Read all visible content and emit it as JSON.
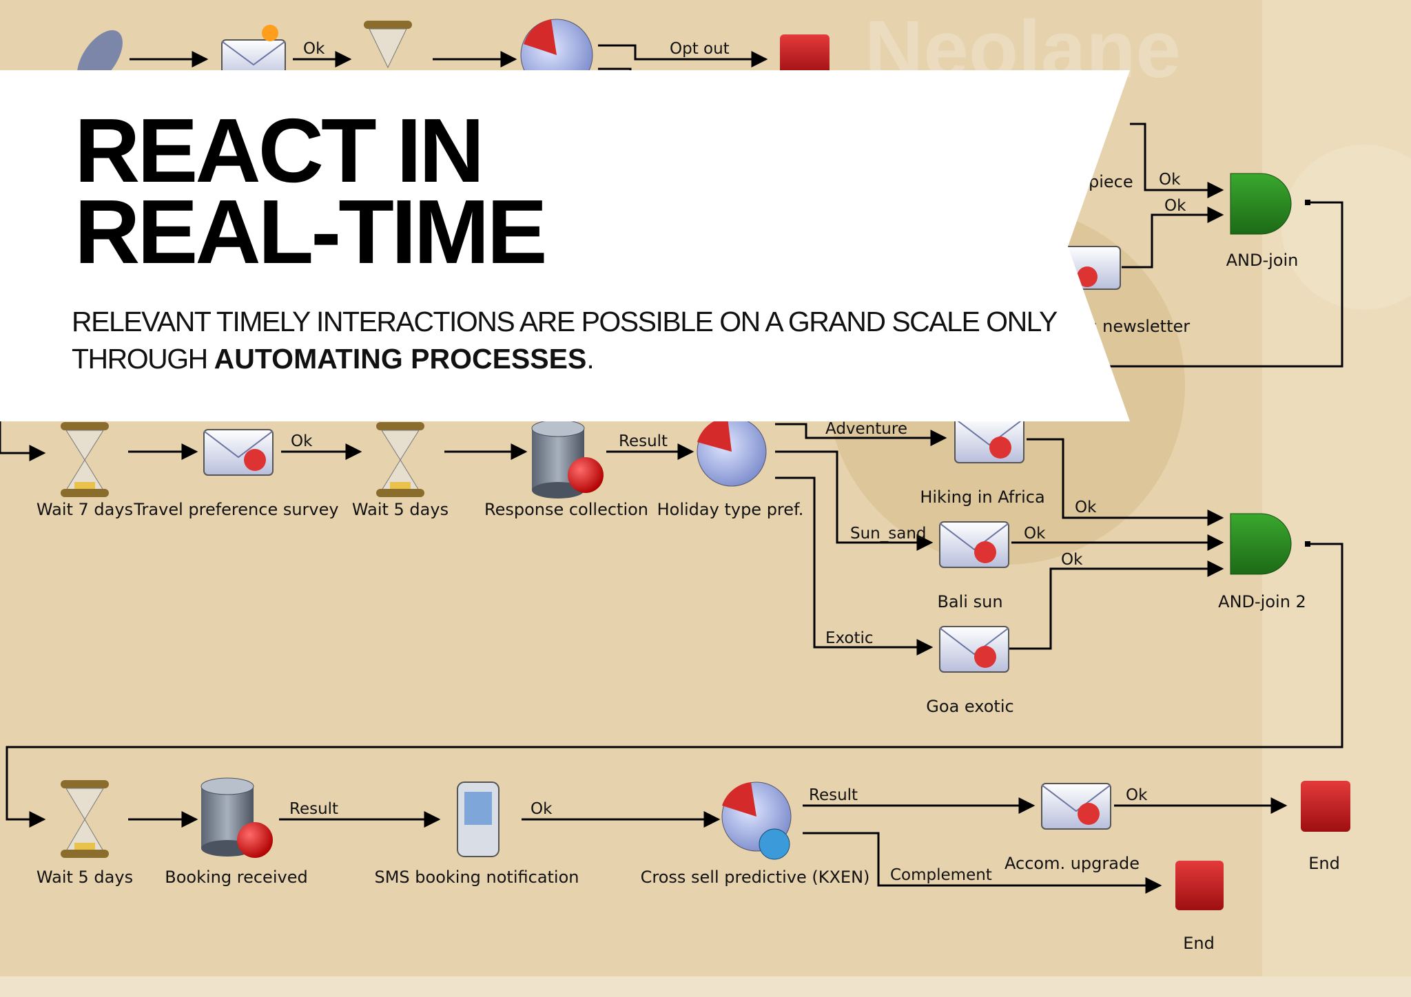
{
  "banner": {
    "headline_line1": "REACT IN",
    "headline_line2": "REAL-TIME",
    "body_prefix": "RELEVANT TIMELY INTERACTIONS ARE POSSIBLE ON A GRAND SCALE ONLY THROUGH ",
    "body_emphasis": "AUTOMATING PROCESSES",
    "body_suffix": "."
  },
  "watermark": "Neolane",
  "edge_labels": {
    "ok": "Ok",
    "opt_out": "Opt out",
    "result": "Result",
    "adventure": "Adventure",
    "sun_sand": "Sun_sand",
    "exotic": "Exotic",
    "complement": "Complement"
  },
  "node_labels": {
    "piece": "piece",
    "newsletter": "s newsletter",
    "and_join": "AND-join",
    "and_join_2": "AND-join 2",
    "wait_7_days": "Wait 7 days",
    "travel_survey": "Travel preference survey",
    "wait_5_days": "Wait 5 days",
    "response_collection": "Response collection",
    "holiday_pref": "Holiday type pref.",
    "hiking_africa": "Hiking in Africa",
    "bali_sun": "Bali sun",
    "goa_exotic": "Goa exotic",
    "booking_received": "Booking received",
    "sms_notification": "SMS booking notification",
    "cross_sell": "Cross sell predictive (KXEN)",
    "accom_upgrade": "Accom. upgrade",
    "end": "End"
  },
  "colors": {
    "canvas": "#e6d2ad",
    "end_node": "#c8181e",
    "and_join": "#2b8a22",
    "banner": "#ffffff"
  }
}
